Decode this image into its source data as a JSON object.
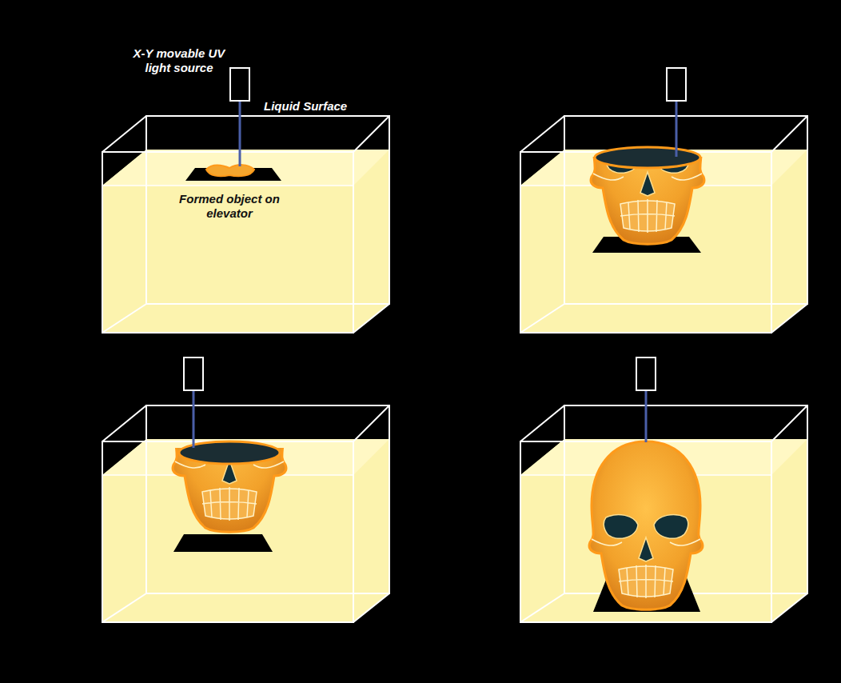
{
  "diagram": {
    "labels": [
      "X-Y movable UV light source",
      "Liquid Surface",
      "Formed object on elevator"
    ]
  }
}
